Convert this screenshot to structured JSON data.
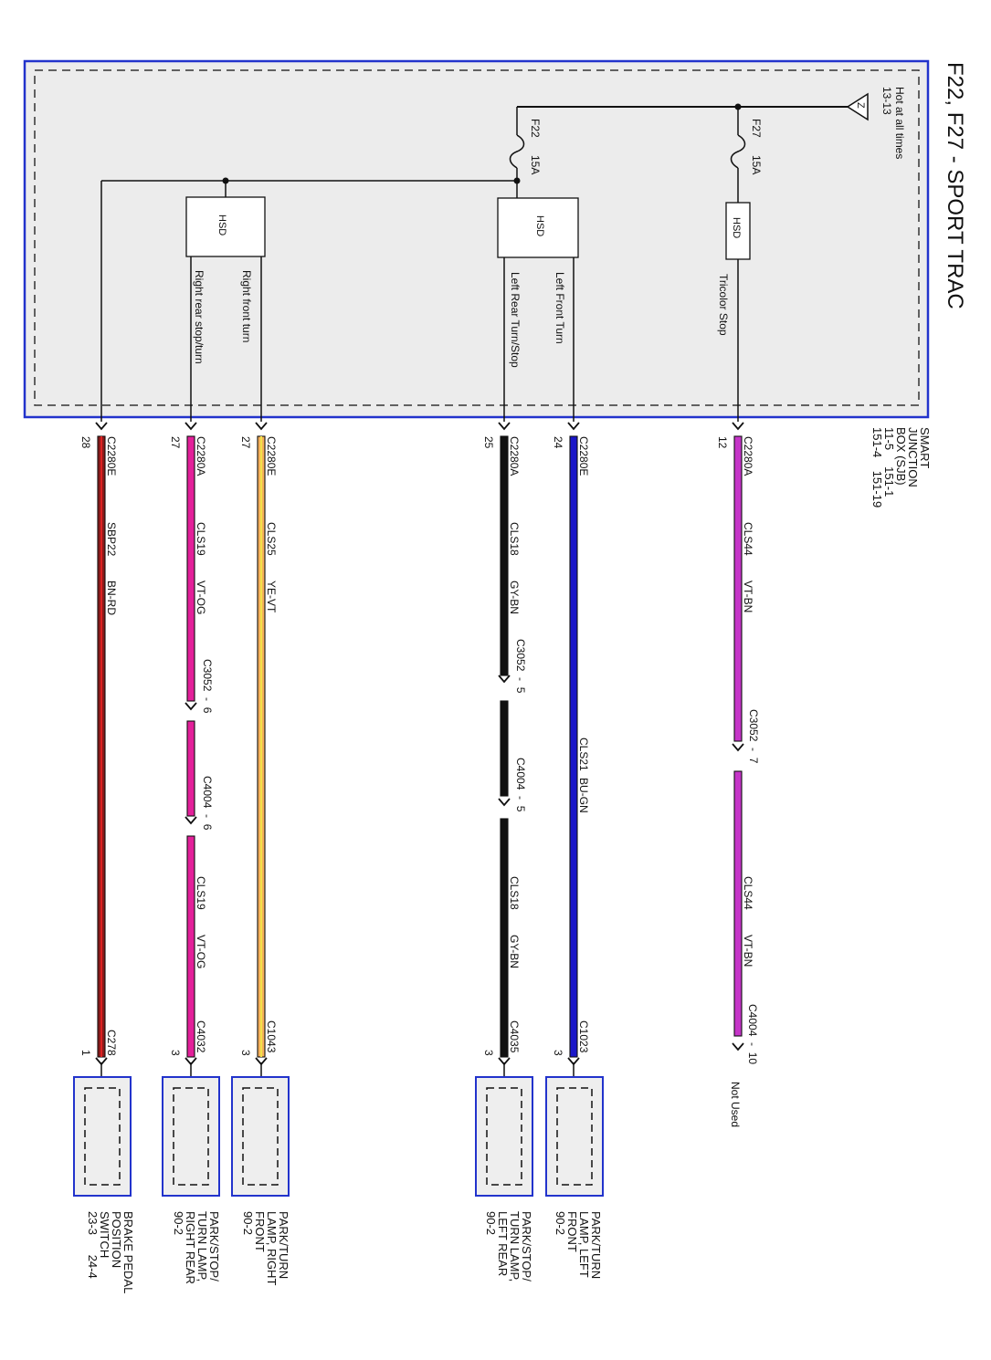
{
  "title": "F22, F27 - SPORT TRAC",
  "power_source": {
    "label": "Hot at all times",
    "ref": "13-13",
    "symbol": "Z"
  },
  "module": {
    "name_lines": [
      "SMART",
      "JUNCTION",
      "BOX (SJB)"
    ],
    "ref_lines": [
      "11-5     151-1",
      "151-4    151-19"
    ]
  },
  "fuses": [
    {
      "id": "F22",
      "rating": "15A"
    },
    {
      "id": "F27",
      "rating": "15A"
    }
  ],
  "hsd_label": "HSD",
  "circuits": [
    {
      "name": "Tricolor Stop",
      "connector": "C2280A",
      "pin": "12",
      "circuit": "CLS44",
      "color_code": "VT-BN",
      "wire_colors": [
        "#c535c8"
      ],
      "inline": [
        {
          "label": "C3052  -  7"
        }
      ],
      "circuit2": "CLS44",
      "color_code2": "VT-BN",
      "end_connector": "C4004  -  10",
      "end_pin": "",
      "destination": [
        "Not Used"
      ]
    },
    {
      "name": "Left Front Turn",
      "connector": "C2280E",
      "pin": "24",
      "circuit": "CLS21",
      "color_code": "BU-GN",
      "wire_colors": [
        "#1a17c8"
      ],
      "inline": [],
      "circuit2": "",
      "color_code2": "",
      "end_connector": "C1023",
      "end_pin": "3",
      "destination": [
        "PARK/TURN",
        "LAMP, LEFT",
        "FRONT",
        "90-2"
      ]
    },
    {
      "name": "Left Rear Turn/Stop",
      "connector": "C2280A",
      "pin": "25",
      "circuit": "CLS18",
      "color_code": "GY-BN",
      "wire_colors": [
        "#111111"
      ],
      "inline": [
        {
          "label": "C3052  -  5"
        },
        {
          "label": "C4004  -  5"
        }
      ],
      "circuit2": "CLS18",
      "color_code2": "GY-BN",
      "end_connector": "C4035",
      "end_pin": "3",
      "destination": [
        "PARK/STOP/",
        "TURN LAMP,",
        "LEFT REAR",
        "90-2"
      ]
    },
    {
      "name": "Right front turn",
      "connector": "C2280E",
      "pin": "27",
      "circuit": "CLS25",
      "color_code": "YE-VT",
      "wire_colors": [
        "#f6b25a"
      ],
      "inline": [],
      "circuit2": "",
      "color_code2": "",
      "end_connector": "C1043",
      "end_pin": "3",
      "destination": [
        "PARK/TURN",
        "LAMP, RIGHT",
        "FRONT",
        "90-2"
      ]
    },
    {
      "name": "Right rear stop/turn",
      "connector": "C2280A",
      "pin": "27",
      "circuit": "CLS19",
      "color_code": "VT-OG",
      "wire_colors": [
        "#e3209a"
      ],
      "inline": [
        {
          "label": "C3052  -  6"
        },
        {
          "label": "C4004  -  6"
        }
      ],
      "circuit2": "CLS19",
      "color_code2": "VT-OG",
      "end_connector": "C4032",
      "end_pin": "3",
      "destination": [
        "PARK/STOP/",
        "TURN LAMP,",
        "RIGHT REAR",
        "90-2"
      ]
    },
    {
      "name": "",
      "connector": "C2280E",
      "pin": "28",
      "circuit": "SBP22",
      "color_code": "BN-RD",
      "wire_colors": [
        "#8b1a1a"
      ],
      "inline": [],
      "circuit2": "",
      "color_code2": "",
      "end_connector": "C278",
      "end_pin": "1",
      "destination": [
        "BRAKE PEDAL",
        "POSITION",
        "SWITCH",
        "23-3      24-4"
      ]
    }
  ],
  "colors": {
    "module_border": "#2233cc",
    "module_fill": "#ececec",
    "component_border": "#2233cc",
    "component_fill": "#eeeeee"
  }
}
